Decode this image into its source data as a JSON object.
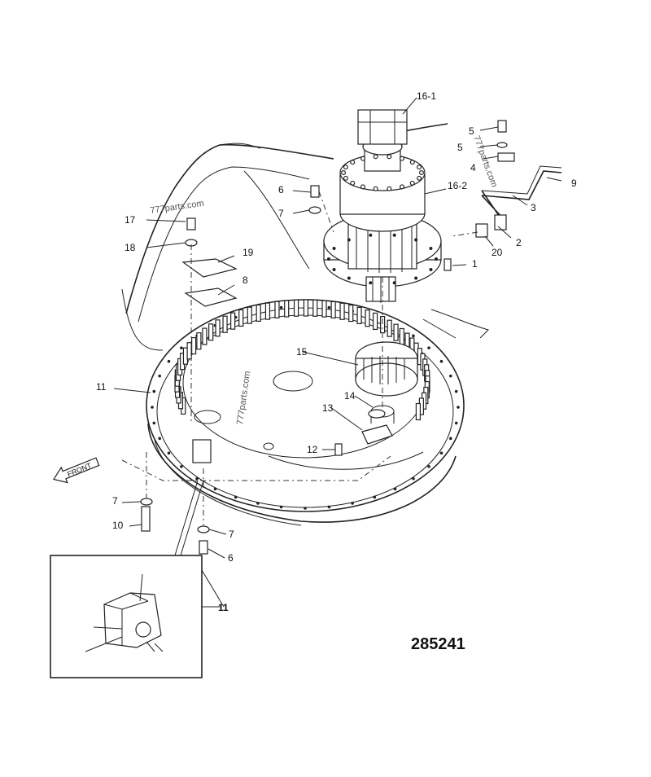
{
  "diagram": {
    "code": "285241",
    "front_label": "FRONT",
    "watermark": "777parts.com",
    "callouts": [
      "16-1",
      "5",
      "5",
      "4",
      "9",
      "3",
      "6",
      "16-2",
      "7",
      "17",
      "2",
      "20",
      "1",
      "18",
      "19",
      "8",
      "15",
      "11",
      "14",
      "13",
      "12",
      "7",
      "10",
      "7",
      "6",
      "11"
    ]
  },
  "colors": {
    "ink": "#222222",
    "paper": "#ffffff"
  }
}
